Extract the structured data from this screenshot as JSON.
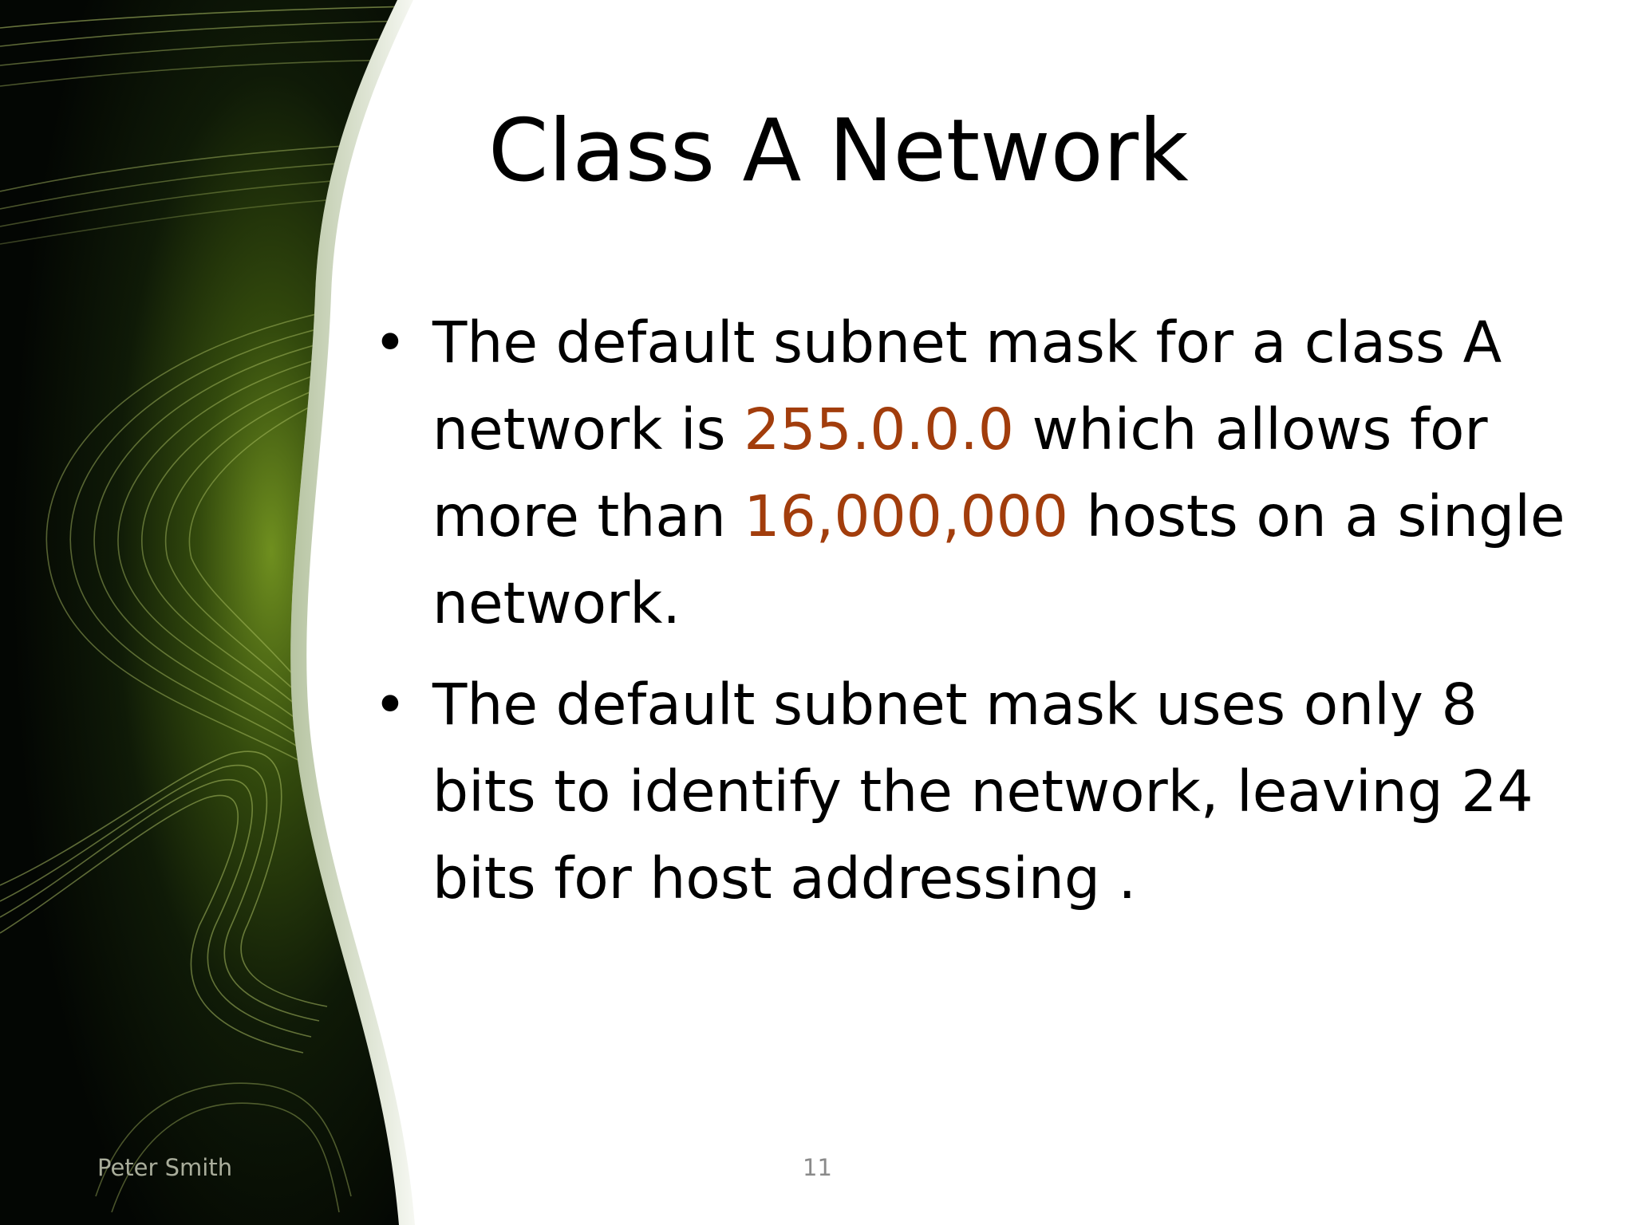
{
  "slide": {
    "title": "Class A Network",
    "bullets": [
      {
        "parts": [
          {
            "text": "The default subnet mask for a class A network is ",
            "highlight": false
          },
          {
            "text": "255.0.0.0",
            "highlight": true
          },
          {
            "text": " which allows for more than ",
            "highlight": false
          },
          {
            "text": "16,000,000",
            "highlight": true
          },
          {
            "text": " hosts on a single  network.",
            "highlight": false
          }
        ]
      },
      {
        "parts": [
          {
            "text": "The default subnet mask uses only 8 bits to identify the network, leaving 24 bits for host addressing .",
            "highlight": false
          }
        ]
      }
    ],
    "footer_author": "Peter Smith",
    "slide_number": "11"
  },
  "colors": {
    "highlight": "#a23d0c",
    "background": "#ffffff",
    "decor_dark": "#0b1307",
    "decor_green": "#7fa22b"
  },
  "icons": {
    "bullet": "bullet-dot",
    "decor": "green-wave-swirl-graphic"
  }
}
